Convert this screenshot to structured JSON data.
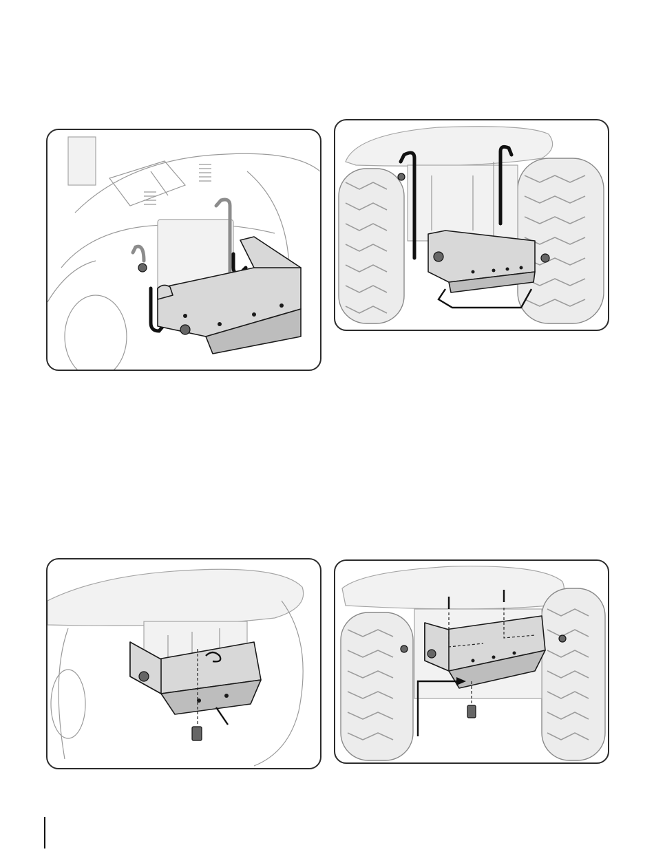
{
  "figures": [
    {
      "id": "step-1",
      "subject": "bracket-hook-strap-install"
    },
    {
      "id": "step-2",
      "subject": "bracket-mounted-rear-view"
    },
    {
      "id": "step-3",
      "subject": "bracket-bottom-bolt"
    },
    {
      "id": "step-4",
      "subject": "bracket-pins-and-bolts"
    }
  ],
  "colors": {
    "line": "#1a1a1a",
    "ghost": "#9a9a9a",
    "part_fill": "#d8d8d8",
    "panel_border": "#2b2b2b"
  }
}
